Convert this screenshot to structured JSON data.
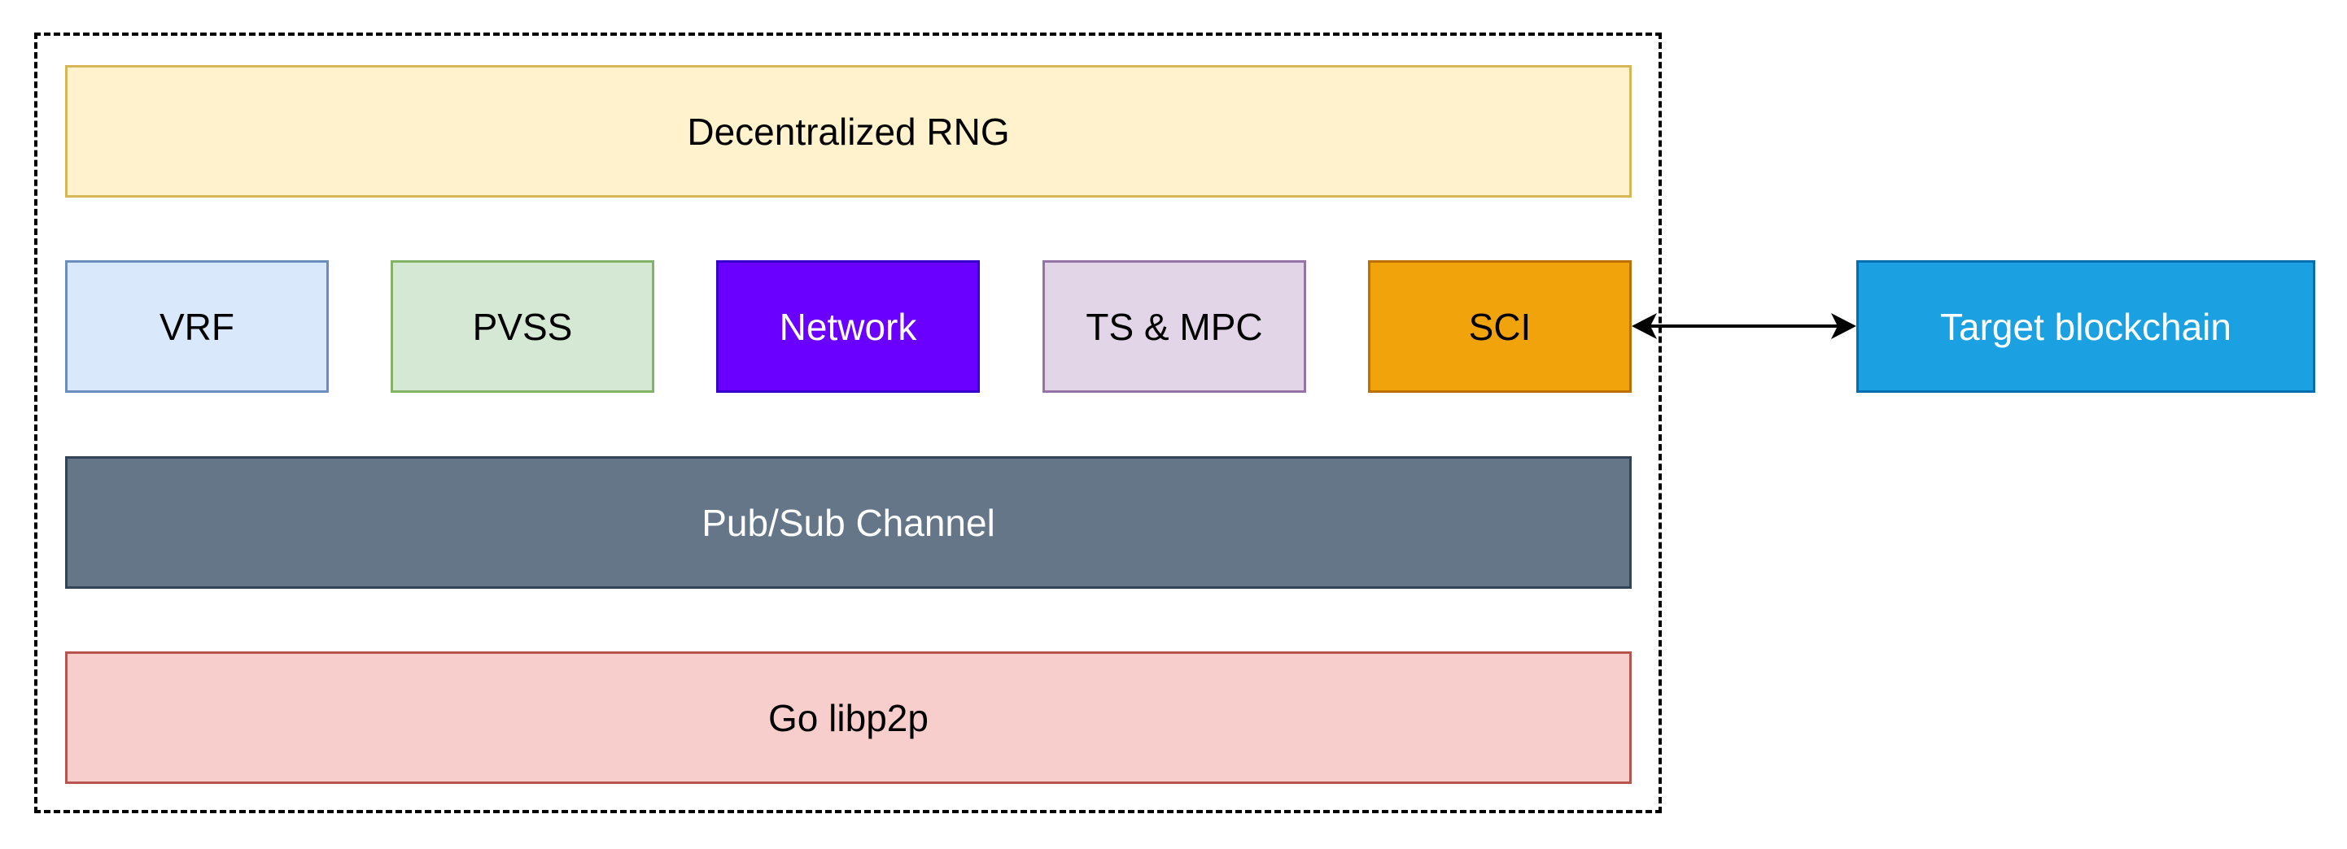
{
  "diagram": {
    "container": {
      "border_color": "#000000",
      "style": "dashed"
    },
    "boxes": {
      "rng": {
        "label": "Decentralized RNG",
        "fill": "#fff2cc",
        "stroke": "#d6b656",
        "text_color": "#000000"
      },
      "vrf": {
        "label": "VRF",
        "fill": "#dae8fc",
        "stroke": "#6c8ebf",
        "text_color": "#000000"
      },
      "pvss": {
        "label": "PVSS",
        "fill": "#d5e8d4",
        "stroke": "#82b366",
        "text_color": "#000000"
      },
      "net": {
        "label": "Network",
        "fill": "#6a00ff",
        "stroke": "#3700cc",
        "text_color": "#ffffff"
      },
      "ts": {
        "label": "TS & MPC",
        "fill": "#e1d5e7",
        "stroke": "#9673a6",
        "text_color": "#000000"
      },
      "sci": {
        "label": "SCI",
        "fill": "#f0a30a",
        "stroke": "#bd7000",
        "text_color": "#000000"
      },
      "pubsub": {
        "label": "Pub/Sub Channel",
        "fill": "#647687",
        "stroke": "#314354",
        "text_color": "#ffffff"
      },
      "libp2p": {
        "label": "Go libp2p",
        "fill": "#f8cecc",
        "stroke": "#b85450",
        "text_color": "#000000"
      },
      "target": {
        "label": "Target blockchain",
        "fill": "#1ba1e2",
        "stroke": "#006eaf",
        "text_color": "#ffffff"
      }
    },
    "connectors": [
      {
        "from": "sci",
        "to": "target",
        "style": "bidirectional-arrow",
        "color": "#000000"
      }
    ]
  }
}
